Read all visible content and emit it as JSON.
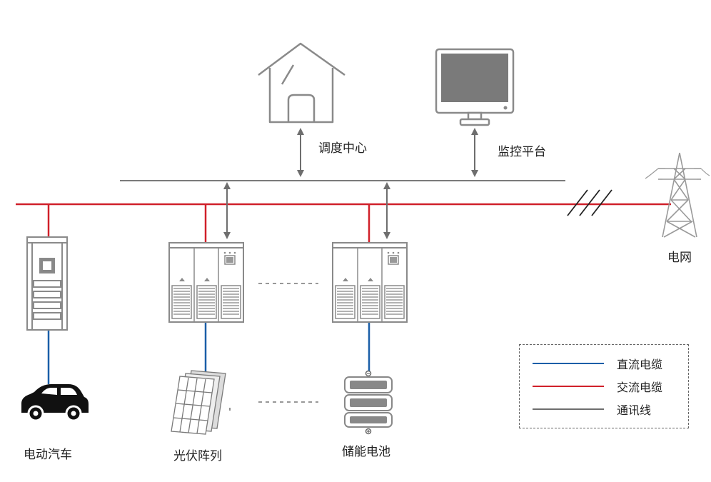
{
  "labels": {
    "dispatch": "调度中心",
    "monitor": "监控平台",
    "grid": "电网",
    "ev": "电动汽车",
    "pv": "光伏阵列",
    "storage": "储能电池"
  },
  "legend": [
    {
      "label": "直流电缆",
      "color": "#1a5fa8"
    },
    {
      "label": "交流电缆",
      "color": "#d0202a"
    },
    {
      "label": "通讯线",
      "color": "#6e6e6e"
    }
  ],
  "colors": {
    "dc": "#1a5fa8",
    "ac": "#d0202a",
    "comm": "#6e6e6e",
    "equipment": "#8a8a8a"
  }
}
